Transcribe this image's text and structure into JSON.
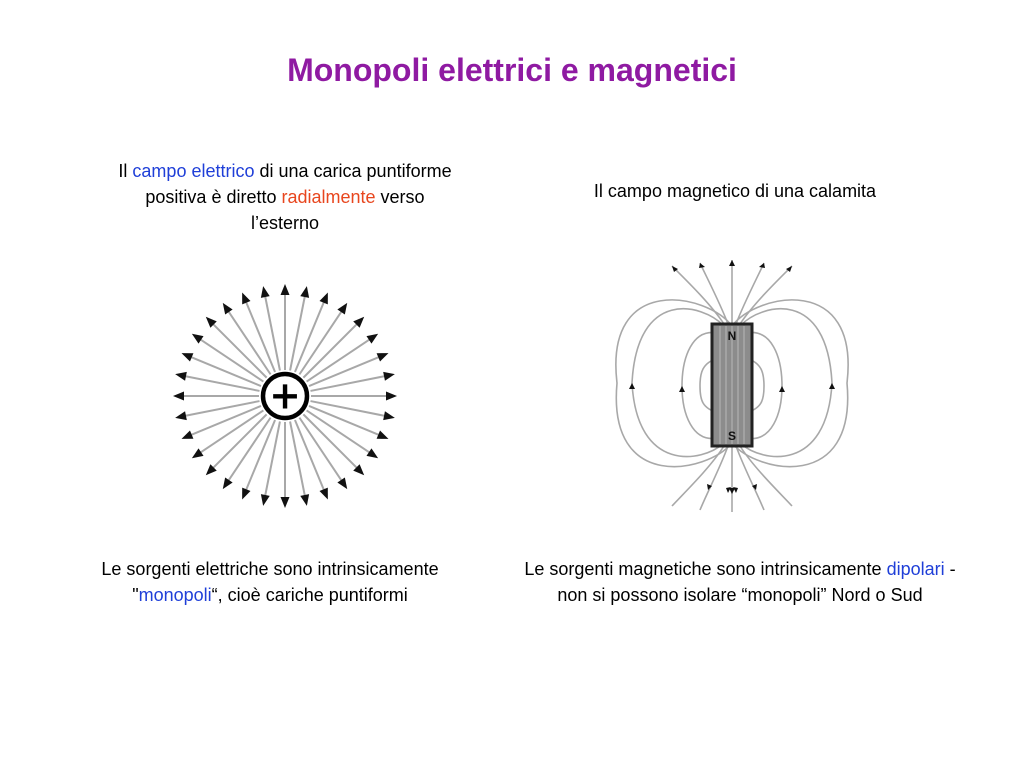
{
  "title": "Monopoli elettrici e magnetici",
  "colors": {
    "title": "#8f1aa2",
    "blue_term": "#1f3fd8",
    "red_term": "#e8461e",
    "field_line": "#a8a8a8",
    "arrow": "#111111"
  },
  "left_top_caption": {
    "p1": "Il ",
    "term1": "campo elettrico",
    "p2": " di una carica puntiforme positiva è diretto ",
    "term2": "radialmente",
    "p3": " verso l’esterno"
  },
  "right_top_caption": "Il campo magnetico di una calamita",
  "left_bottom_caption": {
    "p1": "Le sorgenti elettriche sono intrinsicamente  \"",
    "term": "monopoli",
    "p2": "“, cioè cariche puntiformi"
  },
  "right_bottom_caption": {
    "p1": "Le sorgenti magnetiche sono intrinsicamente ",
    "term": "dipolari",
    "p2": "  - non si possono isolare “monopoli” Nord o Sud"
  },
  "charge_diagram": {
    "symbol": "+",
    "radial_lines": 32
  },
  "magnet_diagram": {
    "north_label": "N",
    "south_label": "S"
  }
}
